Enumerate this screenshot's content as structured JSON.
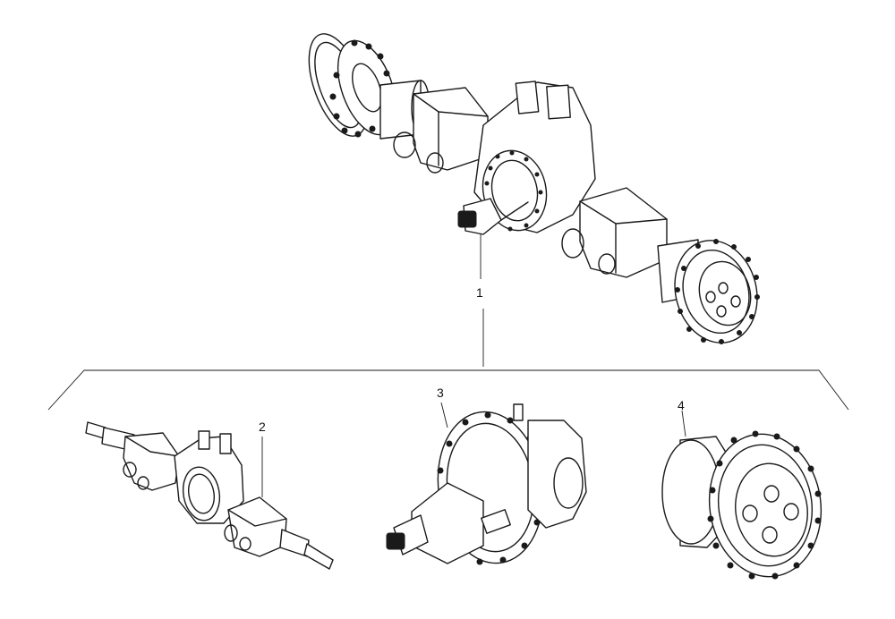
{
  "callouts": {
    "main_assembly": "1",
    "axle_housing": "2",
    "differential": "3",
    "hub_reduction": "4"
  }
}
